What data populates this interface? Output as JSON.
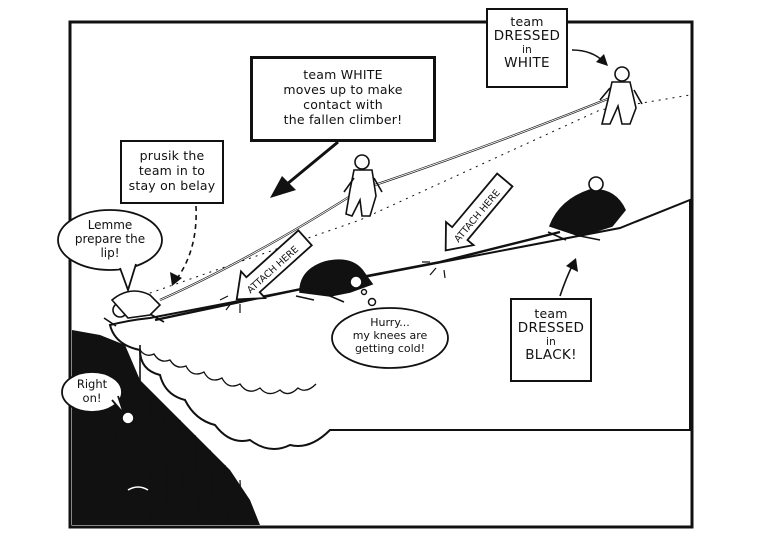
{
  "panel": {
    "team_white_top": {
      "line1": "team",
      "line2": "DRESSED",
      "line3": "in",
      "line4": "WHITE"
    },
    "team_white_moves": {
      "line1": "team WHITE",
      "line2": "moves up to make",
      "line3": "contact with",
      "line4": "the fallen climber!"
    },
    "prusik_note": {
      "line1": "prusik the",
      "line2": "team in to",
      "line3": "stay on belay"
    },
    "lip_bubble": {
      "line1": "Lemme",
      "line2": "prepare the",
      "line3": "lip!"
    },
    "right_on_bubble": {
      "line1": "Right",
      "line2": "on!"
    },
    "hurry_bubble": {
      "line1": "Hurry...",
      "line2": "my knees are",
      "line3": "getting cold!"
    },
    "team_black": {
      "line1": "team",
      "line2": "DRESSED",
      "line3": "in",
      "line4": "BLACK!"
    },
    "attach_here": "ATTACH HERE"
  },
  "colors": {
    "ink": "#111111",
    "paper": "#ffffff"
  }
}
